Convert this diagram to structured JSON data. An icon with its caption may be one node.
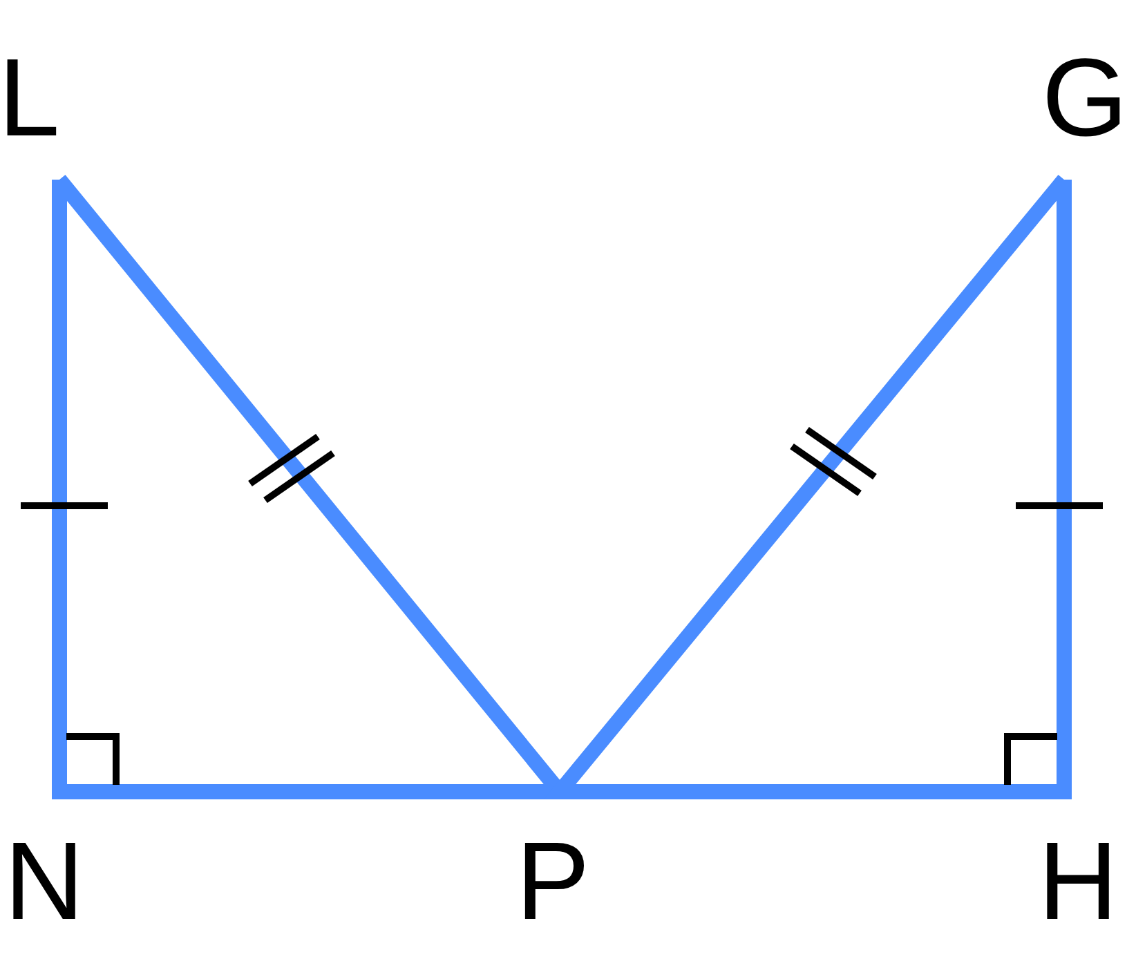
{
  "diagram": {
    "labels": [
      "L",
      "G",
      "N",
      "P",
      "H"
    ]
  }
}
